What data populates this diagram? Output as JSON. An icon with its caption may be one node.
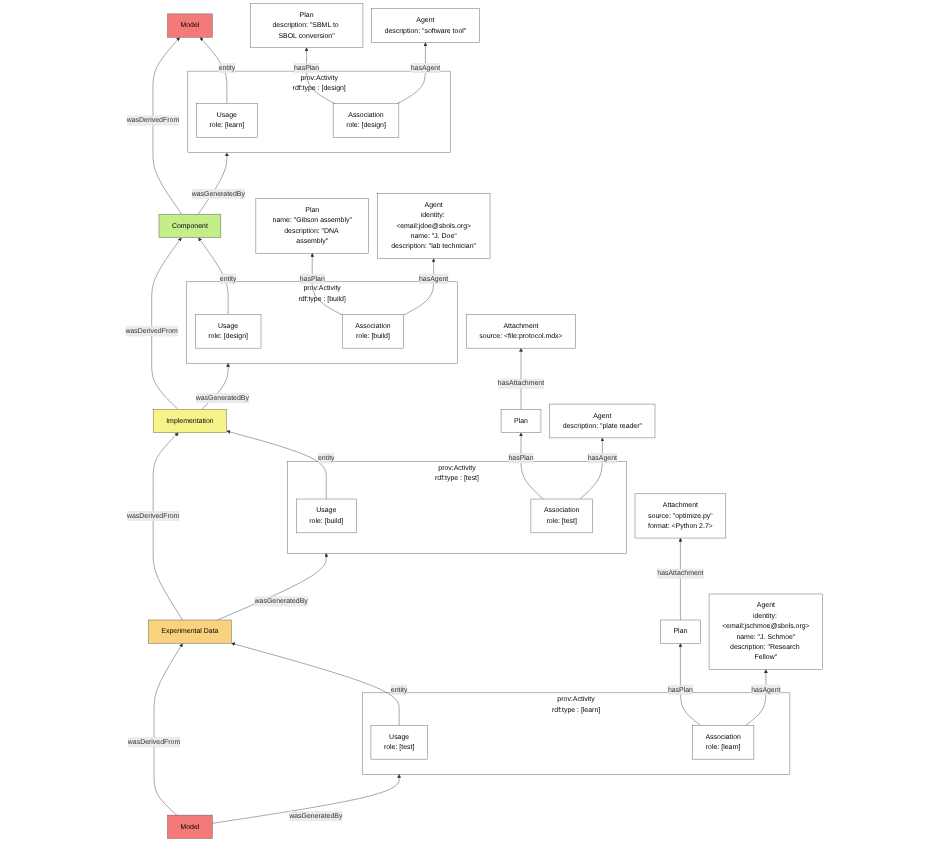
{
  "diagram": {
    "nodes": [
      {
        "text": [
          "Model"
        ]
      },
      {
        "text": [
          "prov:Activity",
          "rdf:type : [design]"
        ]
      },
      {
        "text": [
          "Usage",
          "role: [learn]"
        ],
        "in": 1
      },
      {
        "text": [
          "Association",
          "role: [design]"
        ],
        "in": 1
      },
      {
        "text": [
          "Plan",
          "description: \"SBML to SBOL conversion\""
        ]
      },
      {
        "text": [
          "Agent",
          "description: \"software tool\""
        ]
      },
      {
        "text": [
          "Component"
        ]
      },
      {
        "text": [
          "prov:Activity",
          "rdf:type : [build]"
        ]
      },
      {
        "text": [
          "Usage",
          "role: [design]"
        ],
        "in": 7
      },
      {
        "text": [
          "Association",
          "role: [build]"
        ],
        "in": 7
      },
      {
        "text": [
          "Plan",
          "name: \"Gibson assembly\"",
          "description: \"DNA assembly\""
        ]
      },
      {
        "text": [
          "Agent",
          "identity: <email:jdoe@sbols.org>",
          "name: \"J. Doe\"",
          "description: \"lab technician\""
        ]
      },
      {
        "text": [
          "Implementation"
        ]
      },
      {
        "text": [
          "prov:Activity",
          "rdf:type : [test]"
        ]
      },
      {
        "text": [
          "Usage",
          "role: [build]"
        ],
        "in": 13
      },
      {
        "text": [
          "Association",
          "role: [test]"
        ],
        "in": 13
      },
      {
        "text": [
          "Plan"
        ]
      },
      {
        "text": [
          "Attachment",
          "source: <file:protocol.mdx>"
        ]
      },
      {
        "text": [
          "Agent",
          "description: \"plate reader\""
        ]
      },
      {
        "text": [
          "Experimental Data"
        ]
      },
      {
        "text": [
          "prov:Activity",
          "rdf:type : [learn]"
        ]
      },
      {
        "text": [
          "Usage",
          "role: [test]"
        ],
        "in": 20
      },
      {
        "text": [
          "Association",
          "role: [learn]"
        ],
        "in": 20
      },
      {
        "text": [
          "Plan"
        ]
      },
      {
        "text": [
          "Attachment",
          "source: \"optimize.py\"",
          "format: <Python 2.7>"
        ]
      },
      {
        "text": [
          "Agent",
          "identity: <email:jschmoe@sbols.org>",
          "name: \"J. Schmoe\"",
          "description: \"Research Fellow\""
        ]
      },
      {
        "text": [
          "Model"
        ]
      }
    ],
    "edges": [
      {
        "from": 2,
        "to": 0,
        "arrow": "to",
        "label": "entity"
      },
      {
        "from": 6,
        "to": 0,
        "arrow": "to",
        "label": "wasDerivedFrom"
      },
      {
        "from": 3,
        "to": 4,
        "arrow": "to",
        "label": "hasPlan"
      },
      {
        "from": 3,
        "to": 5,
        "arrow": "to",
        "label": "hasAgent"
      },
      {
        "from": 6,
        "to": 1,
        "arrow": "to",
        "label": "wasGeneratedBy"
      },
      {
        "from": 8,
        "to": 6,
        "arrow": "to",
        "label": "entity"
      },
      {
        "from": 12,
        "to": 6,
        "arrow": "to",
        "label": "wasDerivedFrom"
      },
      {
        "from": 9,
        "to": 10,
        "arrow": "to",
        "label": "hasPlan"
      },
      {
        "from": 9,
        "to": 11,
        "arrow": "to",
        "label": "hasAgent"
      },
      {
        "from": 12,
        "to": 7,
        "arrow": "to",
        "label": "wasGeneratedBy"
      },
      {
        "from": 14,
        "to": 12,
        "arrow": "to",
        "label": "entity"
      },
      {
        "from": 19,
        "to": 12,
        "arrow": "to",
        "label": "wasDerivedFrom"
      },
      {
        "from": 15,
        "to": 16,
        "arrow": "to",
        "label": "hasPlan"
      },
      {
        "from": 16,
        "to": 17,
        "arrow": "to",
        "label": "hasAttachment"
      },
      {
        "from": 15,
        "to": 18,
        "arrow": "to",
        "label": "hasAgent"
      },
      {
        "from": 19,
        "to": 13,
        "arrow": "to",
        "label": "wasGeneratedBy"
      },
      {
        "from": 21,
        "to": 19,
        "arrow": "to",
        "label": "entity"
      },
      {
        "from": 26,
        "to": 19,
        "arrow": "to",
        "label": "wasDerivedFrom"
      },
      {
        "from": 22,
        "to": 23,
        "arrow": "to",
        "label": "hasPlan"
      },
      {
        "from": 23,
        "to": 24,
        "arrow": "to",
        "label": "hasAttachment"
      },
      {
        "from": 22,
        "to": 25,
        "arrow": "to",
        "label": "hasAgent"
      },
      {
        "from": 26,
        "to": 20,
        "arrow": "to",
        "label": "wasGeneratedBy"
      }
    ]
  }
}
